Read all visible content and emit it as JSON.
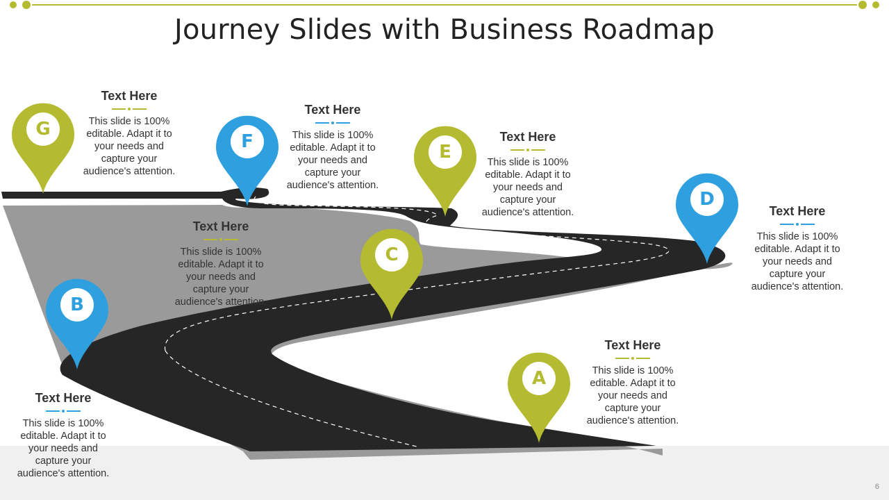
{
  "title": "Journey Slides with Business Roadmap",
  "page_number": "6",
  "colors": {
    "green": "#b5bb30",
    "blue": "#2e9fdf",
    "road": "#2a2a2a",
    "road_edge": "#9a9a9a"
  },
  "milestones": [
    {
      "letter": "A",
      "color": "green",
      "heading": "Text Here",
      "body": "This slide is 100% editable. Adapt it to your needs and capture your audience's attention."
    },
    {
      "letter": "B",
      "color": "blue",
      "heading": "Text Here",
      "body": "This slide is 100% editable. Adapt it to your needs and capture your audience's attention."
    },
    {
      "letter": "C",
      "color": "green",
      "heading": "Text Here",
      "body": "This slide is 100% editable. Adapt it to your needs and capture your audience's attention."
    },
    {
      "letter": "D",
      "color": "blue",
      "heading": "Text Here",
      "body": "This slide is 100% editable. Adapt it to your needs and capture your audience's attention."
    },
    {
      "letter": "E",
      "color": "green",
      "heading": "Text Here",
      "body": "This slide is 100% editable. Adapt it to your needs and capture your audience's attention."
    },
    {
      "letter": "F",
      "color": "blue",
      "heading": "Text Here",
      "body": "This slide is 100% editable. Adapt it to your needs and capture your audience's attention."
    },
    {
      "letter": "G",
      "color": "green",
      "heading": "Text Here",
      "body": "This slide is 100% editable. Adapt it to your needs and capture your audience's attention."
    }
  ]
}
